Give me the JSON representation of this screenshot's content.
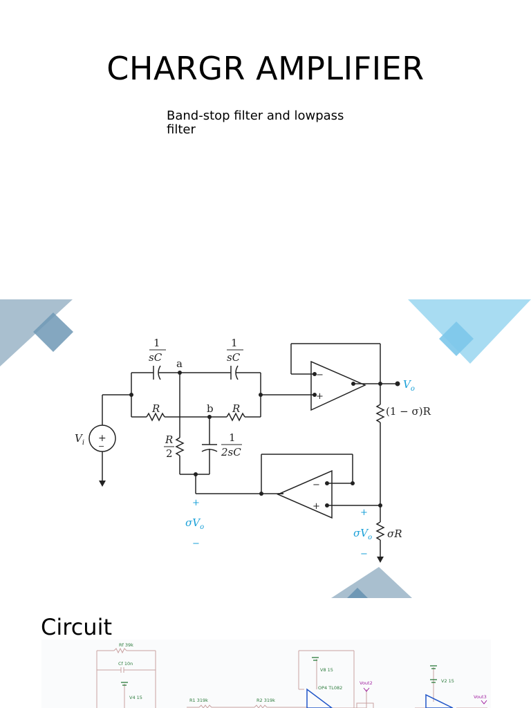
{
  "slide": {
    "title": "CHARGR AMPLIFIER",
    "subtitle": "Band-stop filter and lowpass filter"
  },
  "schematic": {
    "cap_numerator": "1",
    "cap_left_den": "sC",
    "cap_right_den": "sC",
    "node_a": "a",
    "node_b": "b",
    "r_left": "R",
    "r_right": "R",
    "r_half_num": "R",
    "r_half_den": "2",
    "cap_half_num": "1",
    "cap_half_den": "2sC",
    "vin": "V",
    "vin_sub": "i",
    "vout": "V",
    "vout_sub": "o",
    "r_top": "(1 − σ)R",
    "r_bottom": "σR",
    "sigma_v": "σV",
    "sigma_v_sub": "o",
    "plus": "+",
    "minus": "−"
  },
  "circuit_section": {
    "heading": "Circuit",
    "labels": {
      "rf": "Rf 39k",
      "cf": "Cf 10n",
      "v4": "V4 15",
      "v8": "V8 15",
      "op4": "OP4 TL082",
      "v2": "V2 15",
      "r1": "R1 319k",
      "r2": "R2 319k",
      "vout2": "Vout2",
      "vout3": "Vout3"
    }
  },
  "colors": {
    "deco_dark": "#a9bfcf",
    "deco_mid": "#6f98b5",
    "deco_light": "#a8dcf2",
    "deco_light_inner": "#7cc6ea",
    "schematic_accent": "#1aa0d8",
    "sim_wire": "#c8a0a0",
    "sim_label": "#2a7a3a",
    "sim_opamp": "#1f55c8",
    "sim_probe": "#a020a0"
  }
}
